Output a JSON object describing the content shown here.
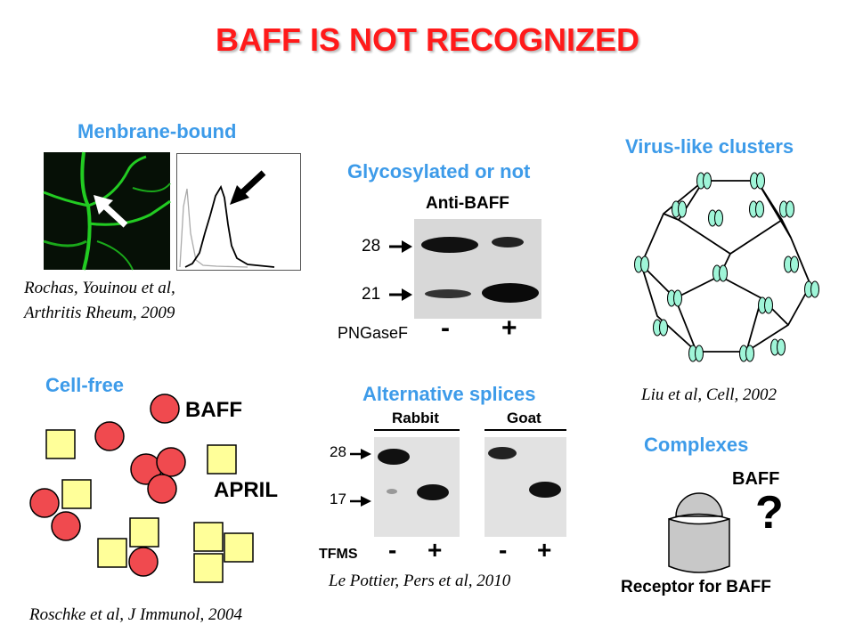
{
  "title": "BAFF IS NOT RECOGNIZED",
  "membrane": {
    "heading": "Menbrane-bound",
    "citation_line1": "Rochas, Youinou et al,",
    "citation_line2": "Arthritis Rheum, 2009"
  },
  "glyco": {
    "heading": "Glycosylated or not",
    "antibody": "Anti-BAFF",
    "marker_high": "28",
    "marker_low": "21",
    "enzyme": "PNGaseF",
    "minus": "-",
    "plus": "+"
  },
  "virus": {
    "heading": "Virus-like clusters",
    "citation": "Liu et al, Cell, 2002"
  },
  "cellfree": {
    "heading": "Cell-free",
    "baff_label": "BAFF",
    "april_label": "APRIL",
    "citation": "Roschke et al, J Immunol, 2004"
  },
  "splices": {
    "heading": "Alternative splices",
    "rabbit": "Rabbit",
    "goat": "Goat",
    "marker_high": "28",
    "marker_low": "17",
    "treatment": "TFMS",
    "minus": "-",
    "plus": "+",
    "citation": "Le Pottier, Pers et al, 2010"
  },
  "complexes": {
    "heading": "Complexes",
    "baff_label": "BAFF",
    "question": "?",
    "receptor_label": "Receptor for BAFF"
  },
  "colors": {
    "title": "#ff1a1a",
    "heading": "#3d9be9",
    "baff_circle": "#f04a4f",
    "april_square": "#ffff99",
    "virus_node": "#9ff5d8",
    "receptor": "#c8c8c8",
    "micrograph_green": "#22cc22"
  }
}
